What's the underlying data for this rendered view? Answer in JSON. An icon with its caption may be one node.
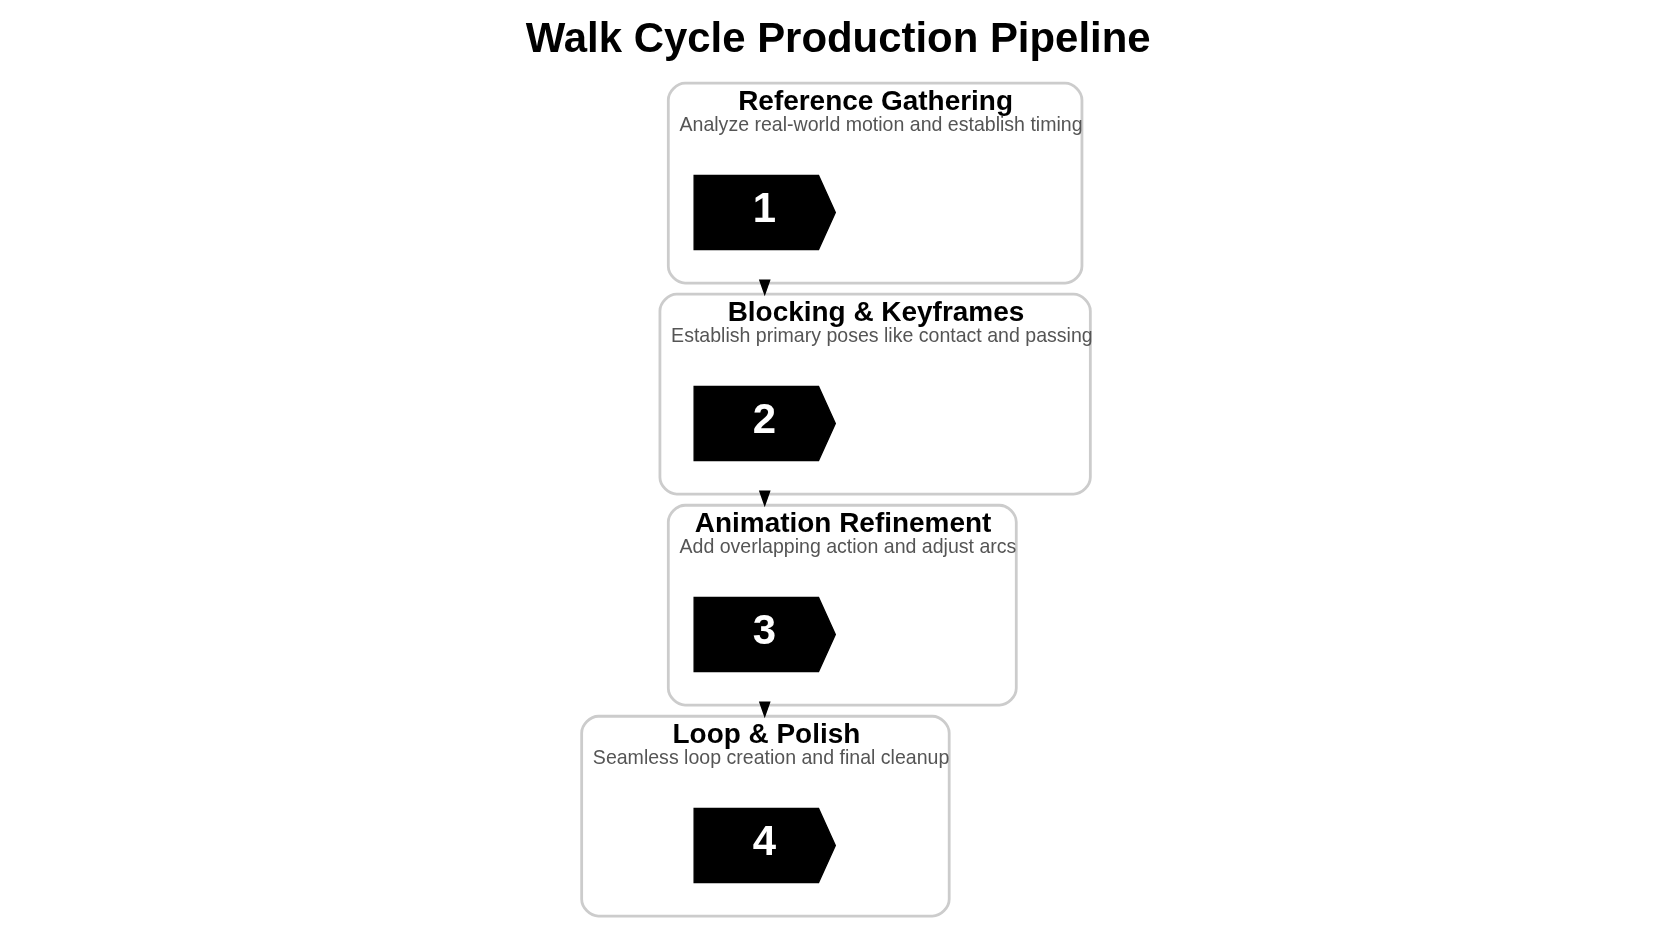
{
  "diagram": {
    "title": "Walk Cycle Production Pipeline",
    "nodes": [
      {
        "text": [
          "Reference Gathering",
          "Analyze real-world motion and establish timing"
        ]
      },
      {
        "text": [
          "1"
        ],
        "in": 0
      },
      {
        "text": [
          "Blocking & Keyframes",
          "Establish primary poses like contact and passing"
        ]
      },
      {
        "text": [
          "2"
        ],
        "in": 2
      },
      {
        "text": [
          "Animation Refinement",
          "Add overlapping action and adjust arcs"
        ]
      },
      {
        "text": [
          "3"
        ],
        "in": 4
      },
      {
        "text": [
          "Loop & Polish",
          "Seamless loop creation and final cleanup"
        ]
      },
      {
        "text": [
          "4"
        ],
        "in": 6
      }
    ],
    "edges": [
      {
        "from": 0,
        "to": 2,
        "arrow": "to"
      },
      {
        "from": 2,
        "to": 4,
        "arrow": "to"
      },
      {
        "from": 4,
        "to": 6,
        "arrow": "to"
      }
    ]
  }
}
